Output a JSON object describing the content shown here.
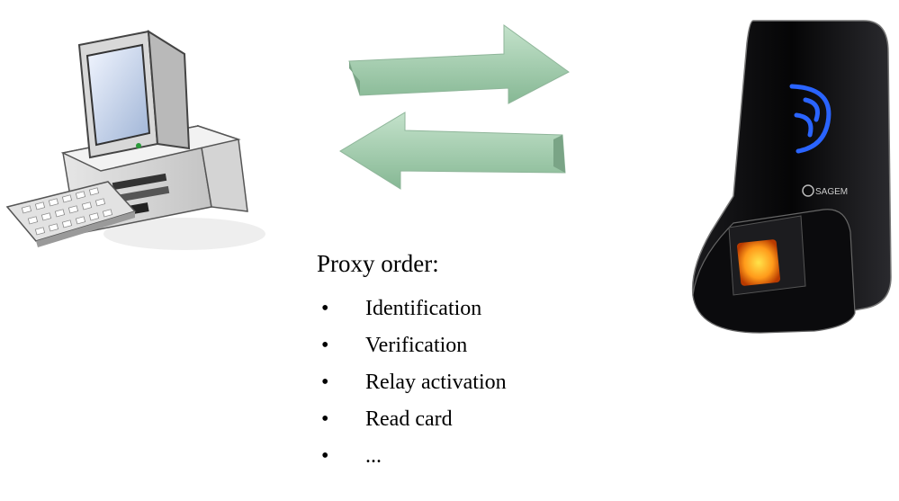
{
  "proxy_order": {
    "title": "Proxy order:",
    "items": [
      "Identification",
      "Verification",
      "Relay activation",
      "Read card",
      "..."
    ]
  },
  "reader": {
    "brand": "SAGEM"
  },
  "icons": {
    "computer": "desktop-computer-icon",
    "arrows": "bidirectional-arrows-icon",
    "reader": "fingerprint-reader-icon"
  },
  "colors": {
    "arrow_fill": "#9dc7a6",
    "reader_body": "#0d0d0f",
    "contactless_glow": "#2a64ff",
    "sensor_glow": "#ff9a1a"
  }
}
